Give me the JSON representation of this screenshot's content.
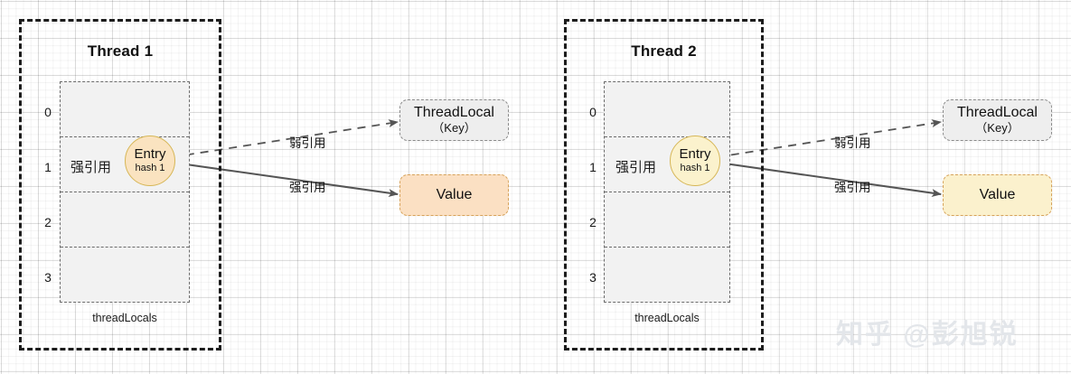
{
  "diagram": {
    "title_hidden": "",
    "watermark": "知乎 @彭旭锐",
    "colors": {
      "entry_fill_thread1": "#fae3c0",
      "entry_fill_thread2": "#fbf2cd",
      "entry_stroke": "#d6b656",
      "value_fill_thread1": "#fbe0c3",
      "value_fill_thread2": "#fbf1cd",
      "value_stroke": "#d6a25a",
      "threadlocal_fill": "#eeeeee",
      "threadlocal_stroke": "#8a8a8a",
      "container_stroke": "#1c1c1c",
      "arrow_stroke": "#555555",
      "slot_fill": "#f2f2f2",
      "slot_stroke": "#6b6b6b"
    }
  },
  "threads": [
    {
      "id": "thread-1",
      "title": "Thread 1",
      "table_caption": "threadLocals",
      "slots": [
        {
          "index": "0",
          "label": ""
        },
        {
          "index": "1",
          "label": "强引用"
        },
        {
          "index": "2",
          "label": ""
        },
        {
          "index": "3",
          "label": ""
        }
      ],
      "entry": {
        "title": "Entry",
        "hash": "hash 1"
      },
      "key_object": {
        "title": "ThreadLocal",
        "subtitle": "（Key）"
      },
      "value_object": {
        "title": "Value"
      },
      "edges": [
        {
          "id": "weak-ref",
          "label": "弱引用",
          "style": "dashed",
          "from": "entry",
          "to": "threadlocal"
        },
        {
          "id": "strong-ref",
          "label": "强引用",
          "style": "solid",
          "from": "entry",
          "to": "value"
        }
      ]
    },
    {
      "id": "thread-2",
      "title": "Thread 2",
      "table_caption": "threadLocals",
      "slots": [
        {
          "index": "0",
          "label": ""
        },
        {
          "index": "1",
          "label": "强引用"
        },
        {
          "index": "2",
          "label": ""
        },
        {
          "index": "3",
          "label": ""
        }
      ],
      "entry": {
        "title": "Entry",
        "hash": "hash 1"
      },
      "key_object": {
        "title": "ThreadLocal",
        "subtitle": "（Key）"
      },
      "value_object": {
        "title": "Value"
      },
      "edges": [
        {
          "id": "weak-ref",
          "label": "弱引用",
          "style": "dashed",
          "from": "entry",
          "to": "threadlocal"
        },
        {
          "id": "strong-ref",
          "label": "强引用",
          "style": "solid",
          "from": "entry",
          "to": "value"
        }
      ]
    }
  ]
}
